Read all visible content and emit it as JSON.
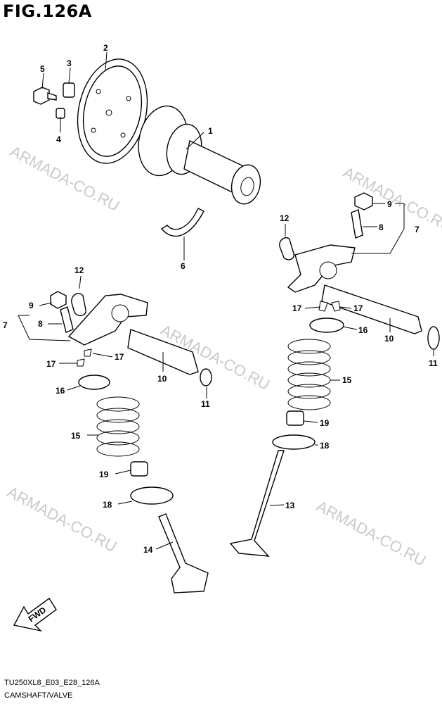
{
  "figure": {
    "title": "FIG.126A",
    "code": "TU250XL8_E03_E28_126A",
    "name": "CAMSHAFT/VALVE"
  },
  "watermark_text": "ARMADA-CO.RU",
  "fwd_label": "FWD",
  "callouts": [
    {
      "id": "c1",
      "label": "1"
    },
    {
      "id": "c2",
      "label": "2"
    },
    {
      "id": "c3",
      "label": "3"
    },
    {
      "id": "c4",
      "label": "4"
    },
    {
      "id": "c5",
      "label": "5"
    },
    {
      "id": "c6",
      "label": "6"
    },
    {
      "id": "c7r",
      "label": "7"
    },
    {
      "id": "c8r",
      "label": "8"
    },
    {
      "id": "c9r",
      "label": "9"
    },
    {
      "id": "c12r",
      "label": "12"
    },
    {
      "id": "c12l",
      "label": "12"
    },
    {
      "id": "c9l",
      "label": "9"
    },
    {
      "id": "c7l",
      "label": "7"
    },
    {
      "id": "c8l",
      "label": "8"
    },
    {
      "id": "c17a",
      "label": "17"
    },
    {
      "id": "c17b",
      "label": "17"
    },
    {
      "id": "c16r",
      "label": "16"
    },
    {
      "id": "c10r",
      "label": "10"
    },
    {
      "id": "c11r",
      "label": "11"
    },
    {
      "id": "c17c",
      "label": "17"
    },
    {
      "id": "c17d",
      "label": "17"
    },
    {
      "id": "c16l",
      "label": "16"
    },
    {
      "id": "c10l",
      "label": "10"
    },
    {
      "id": "c11l",
      "label": "11"
    },
    {
      "id": "c15r",
      "label": "15"
    },
    {
      "id": "c15l",
      "label": "15"
    },
    {
      "id": "c19r",
      "label": "19"
    },
    {
      "id": "c18r",
      "label": "18"
    },
    {
      "id": "c19l",
      "label": "19"
    },
    {
      "id": "c18l",
      "label": "18"
    },
    {
      "id": "c13",
      "label": "13"
    },
    {
      "id": "c14",
      "label": "14"
    }
  ]
}
